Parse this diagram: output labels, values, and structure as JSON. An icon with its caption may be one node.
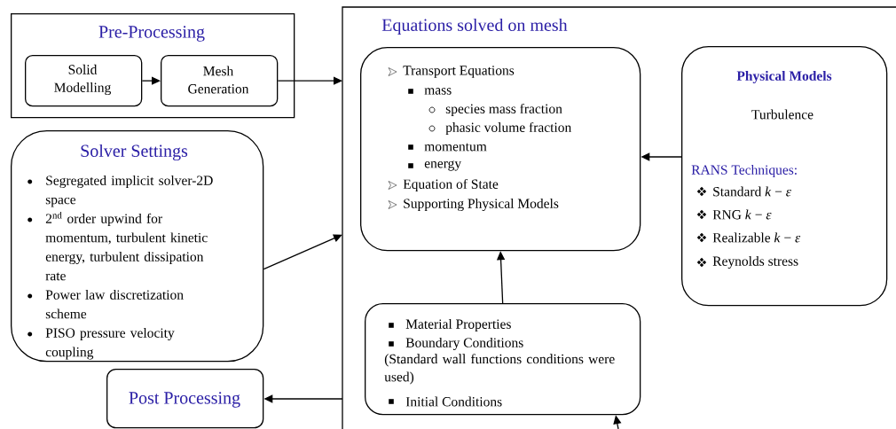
{
  "diagram": {
    "nodes": [
      {
        "text": [
          "Pre-Processing"
        ]
      },
      {
        "text": [
          "Solid Modelling"
        ],
        "in": 0
      },
      {
        "text": [
          "Mesh Generation"
        ],
        "in": 0
      },
      {
        "text": [
          "Equations solved on mesh"
        ]
      },
      {
        "text": [
          "Transport Equations",
          "mass",
          "species mass fraction",
          "phasic volume fraction",
          "momentum",
          "energy",
          "Equation of State",
          "Supporting Physical Models"
        ],
        "in": 3
      },
      {
        "text": [
          "Physical Models",
          "Turbulence",
          "RANS Techniques:",
          "Standard *k* − *ε*",
          "RNG *k* − *ε*",
          "Realizable *k* − *ε*",
          "Reynolds stress"
        ],
        "in": 3
      },
      {
        "text": [
          "Material Properties",
          "Boundary Conditions",
          "(Standard wall functions conditions were used)",
          "Initial Conditions"
        ],
        "in": 3
      },
      {
        "text": [
          "Solver Settings",
          "Segregated implicit solver-2D space",
          "2$^{nd}$ order upwind for momentum, turbulent kinetic energy, turbulent dissipation rate",
          "Power law discretization scheme",
          "PISO pressure velocity coupling"
        ]
      },
      {
        "text": [
          "Post Processing"
        ]
      }
    ],
    "edges": [
      {
        "from": 1,
        "to": 2,
        "arrow": "to"
      },
      {
        "from": 2,
        "to": 3,
        "arrow": "to"
      },
      {
        "from": 7,
        "to": 3,
        "arrow": "to"
      },
      {
        "from": 5,
        "to": 4,
        "arrow": "to"
      },
      {
        "from": 6,
        "to": 4,
        "arrow": "to"
      },
      {
        "from": null,
        "to": 6,
        "arrow": "to"
      },
      {
        "from": 3,
        "to": 8,
        "arrow": "to"
      }
    ]
  }
}
